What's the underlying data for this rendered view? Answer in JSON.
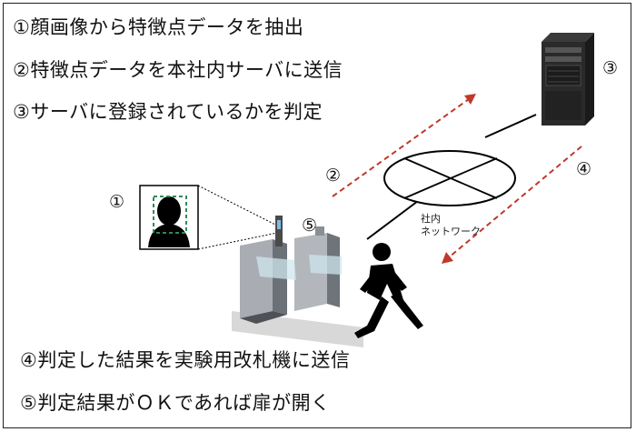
{
  "steps": {
    "s1": "①顔画像から特徴点データを抽出",
    "s2": "②特徴点データを本社内サーバに送信",
    "s3": "③サーバに登録されているかを判定",
    "s4": "④判定した結果を実験用改札機に送信",
    "s5": "⑤判定結果がＯＫであれば扉が開く"
  },
  "markers": {
    "m1": "①",
    "m2": "②",
    "m3": "③",
    "m4": "④",
    "m5": "⑤"
  },
  "network_label": {
    "line1": "社内",
    "line2": "ネットワーク"
  },
  "colors": {
    "arrow": "#c0392b",
    "face_box": "#2e8b57"
  }
}
